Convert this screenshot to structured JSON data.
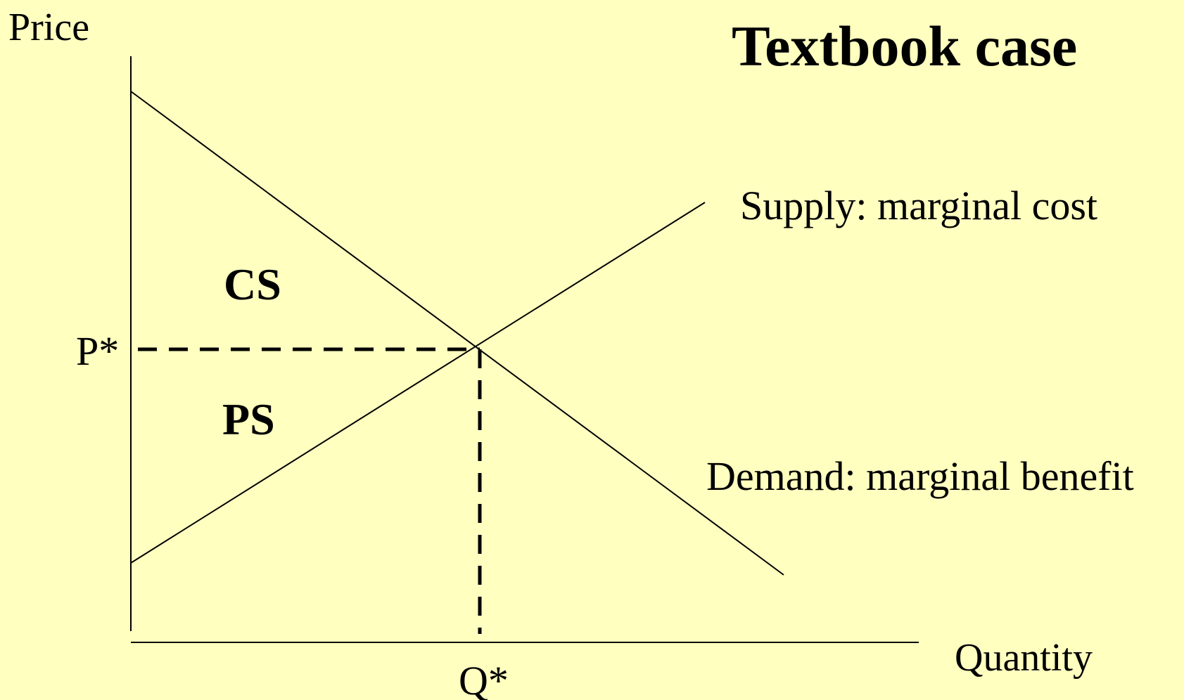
{
  "title": "Textbook case",
  "axes": {
    "y_label": "Price",
    "x_label": "Quantity"
  },
  "curves": {
    "supply_label": "Supply: marginal cost",
    "demand_label": "Demand: marginal benefit"
  },
  "equilibrium": {
    "price_label": "P*",
    "quantity_label": "Q*"
  },
  "regions": {
    "consumer_surplus": "CS",
    "producer_surplus": "PS"
  },
  "colors": {
    "background": "#ffffc0",
    "ink": "#000000"
  }
}
